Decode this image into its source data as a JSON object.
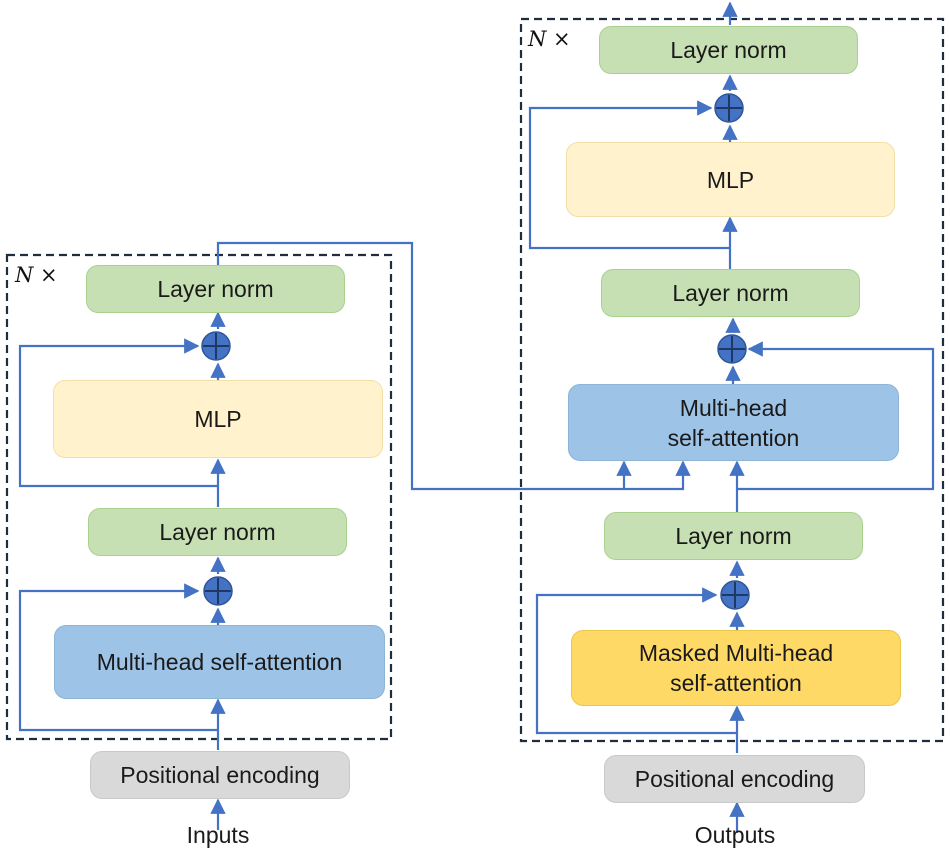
{
  "encoder": {
    "repeat_label": "N ×",
    "layer_norm_top": "Layer norm",
    "mlp": "MLP",
    "layer_norm_bottom": "Layer norm",
    "attention": "Multi-head self-attention",
    "positional_encoding": "Positional encoding",
    "input_label": "Inputs"
  },
  "decoder": {
    "repeat_label": "N ×",
    "layer_norm_top": "Layer norm",
    "mlp": "MLP",
    "layer_norm_mid": "Layer norm",
    "cross_attention_line1": "Multi-head",
    "cross_attention_line2": "self-attention",
    "layer_norm_bottom": "Layer norm",
    "masked_attention_line1": "Masked Multi-head",
    "masked_attention_line2": "self-attention",
    "positional_encoding": "Positional encoding",
    "output_label": "Outputs"
  },
  "colors": {
    "line": "#4472c4",
    "add_node": "#4472c4",
    "layer_norm": "#c6e0b4",
    "mlp": "#fff2cc",
    "attention": "#9dc3e6",
    "masked_attention": "#ffd966",
    "positional_encoding": "#d9d9d9"
  }
}
